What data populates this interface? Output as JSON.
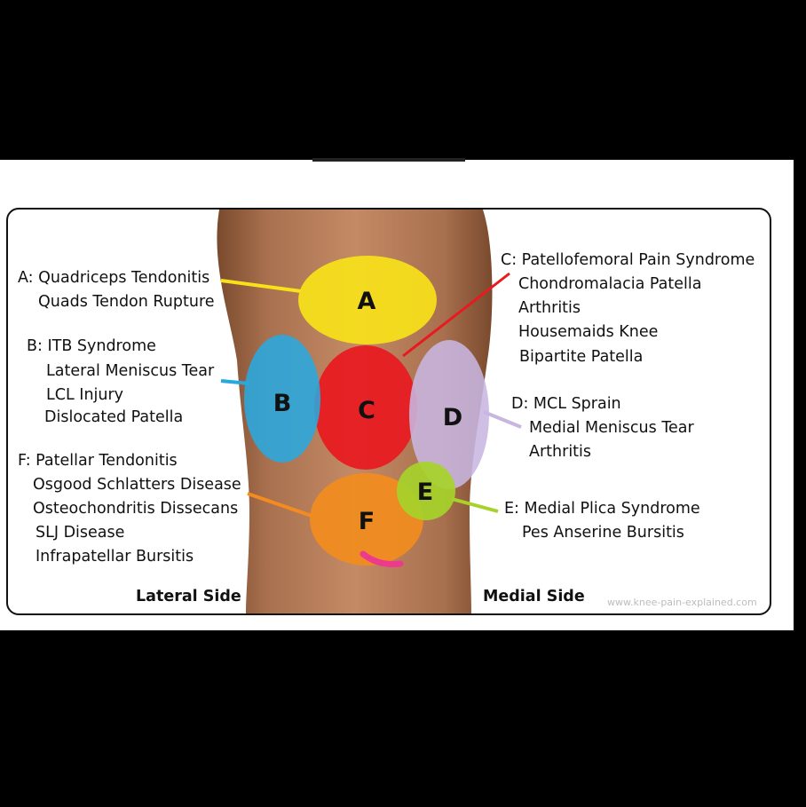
{
  "zones": [
    {
      "letter": "A",
      "color": "#f7e21a",
      "lines": [
        "A: Quadriceps Tendonitis",
        "Quads Tendon Rupture"
      ]
    },
    {
      "letter": "B",
      "color": "#29a8df",
      "lines": [
        "B: ITB Syndrome",
        "Lateral Meniscus Tear",
        "LCL Injury",
        "Dislocated Patella"
      ]
    },
    {
      "letter": "C",
      "color": "#e8191f",
      "lines": [
        "C: Patellofemoral Pain Syndrome",
        "Chondromalacia Patella",
        "Arthritis",
        "Housemaids Knee",
        "Bipartite Patella"
      ]
    },
    {
      "letter": "D",
      "color": "#c8b6e0",
      "lines": [
        "D: MCL Sprain",
        "Medial Meniscus Tear",
        "Arthritis"
      ]
    },
    {
      "letter": "E",
      "color": "#a6d22a",
      "lines": [
        "E: Medial Plica Syndrome",
        "Pes Anserine Bursitis"
      ]
    },
    {
      "letter": "F",
      "color": "#f28c1e",
      "lines": [
        "F: Patellar Tendonitis",
        "Osgood Schlatters Disease",
        "Osteochondritis Dissecans",
        "SLJ Disease",
        "Infrapatellar Bursitis"
      ]
    }
  ],
  "sides": {
    "lateral": "Lateral Side",
    "medial": "Medial Side"
  },
  "watermark": "www.knee-pain-explained.com"
}
